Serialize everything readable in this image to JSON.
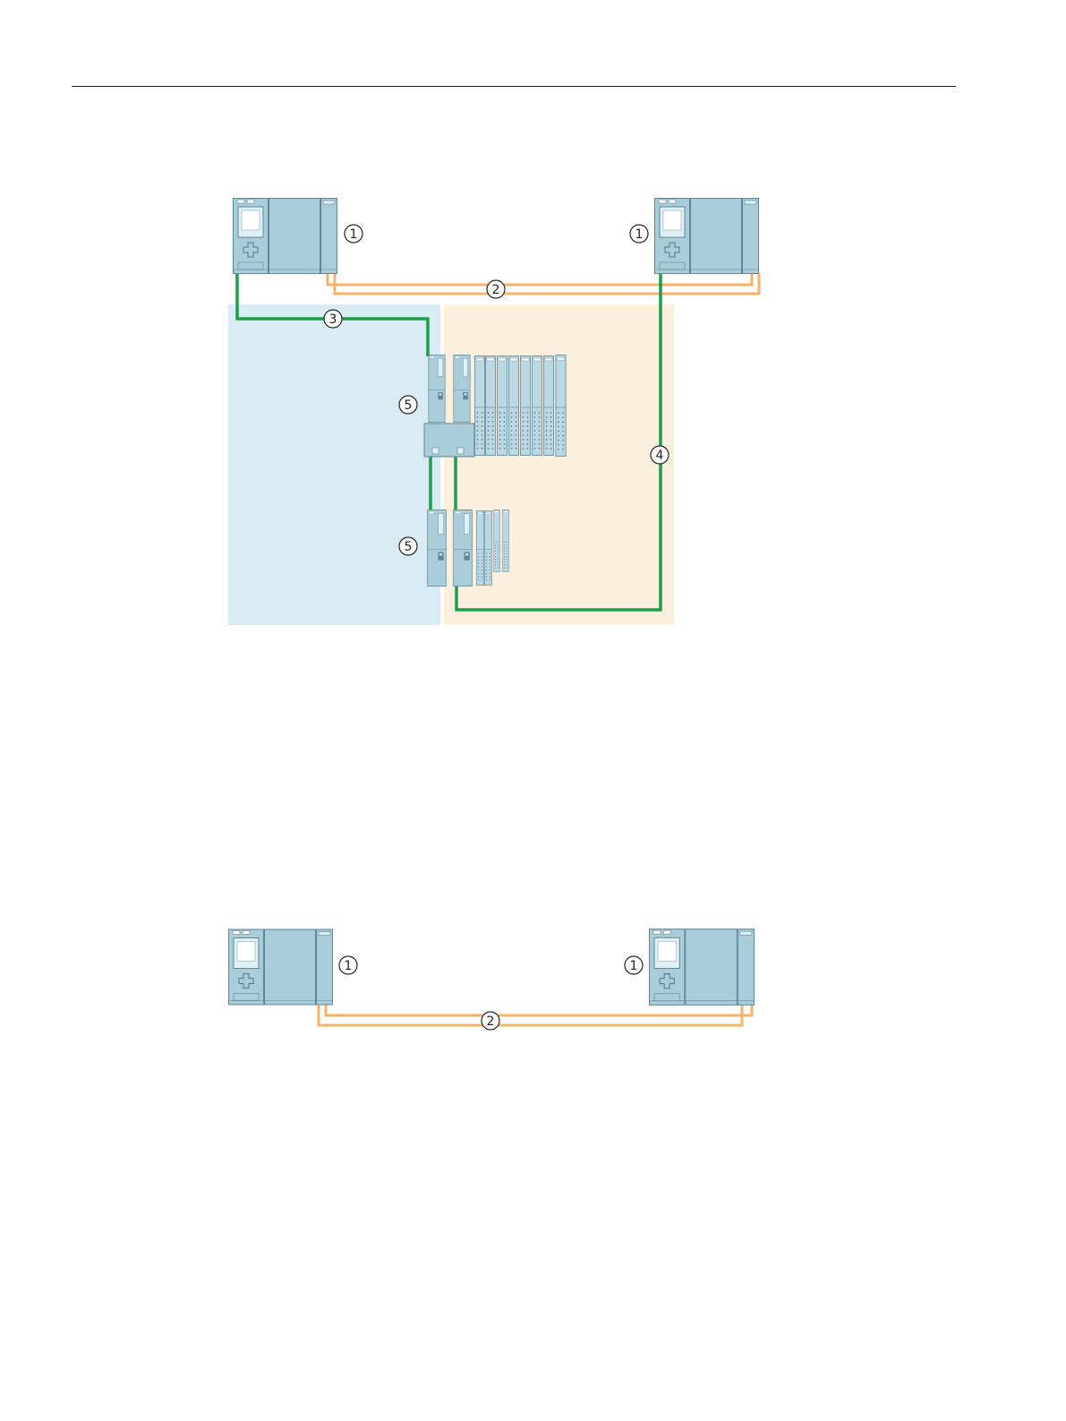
{
  "colors": {
    "zone_left": "#d9ecf4",
    "zone_right": "#fdefdd",
    "profinet_green": "#1e9e4a",
    "sync_orange": "#f4b366",
    "device_fill": "#a9cdd9",
    "device_stroke": "#5b8797",
    "device_dark": "#7fb0c2"
  },
  "figure_1": {
    "callouts": {
      "cpu_left": "1",
      "cpu_right": "1",
      "sync_link": "2",
      "bus_left": "3",
      "bus_right": "4",
      "io_station_upper": "5",
      "io_station_lower": "5"
    }
  },
  "figure_2": {
    "callouts": {
      "cpu_left": "1",
      "cpu_right": "1",
      "sync_link": "2"
    }
  }
}
